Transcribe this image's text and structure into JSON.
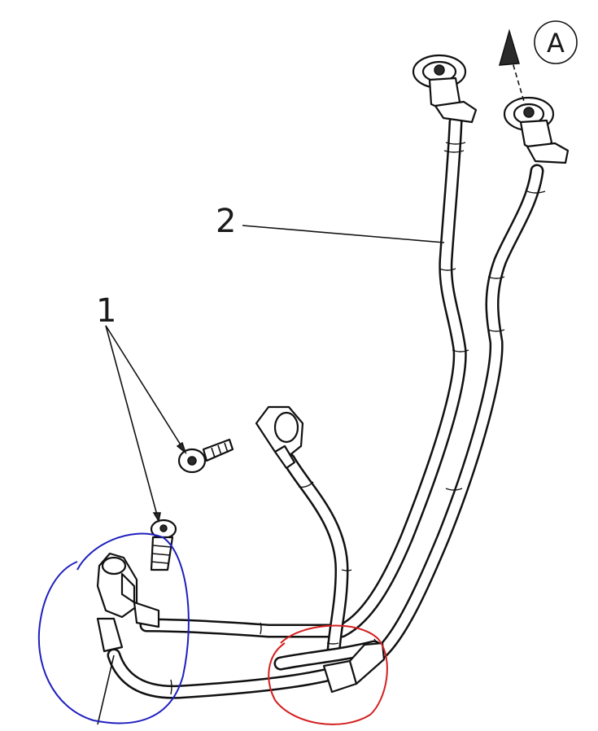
{
  "callouts": {
    "part_1": "1",
    "part_2": "2",
    "view_ref": "A"
  },
  "markup_colors": {
    "blue_circle": "#1f1fbf",
    "red_circle": "#d42020"
  }
}
